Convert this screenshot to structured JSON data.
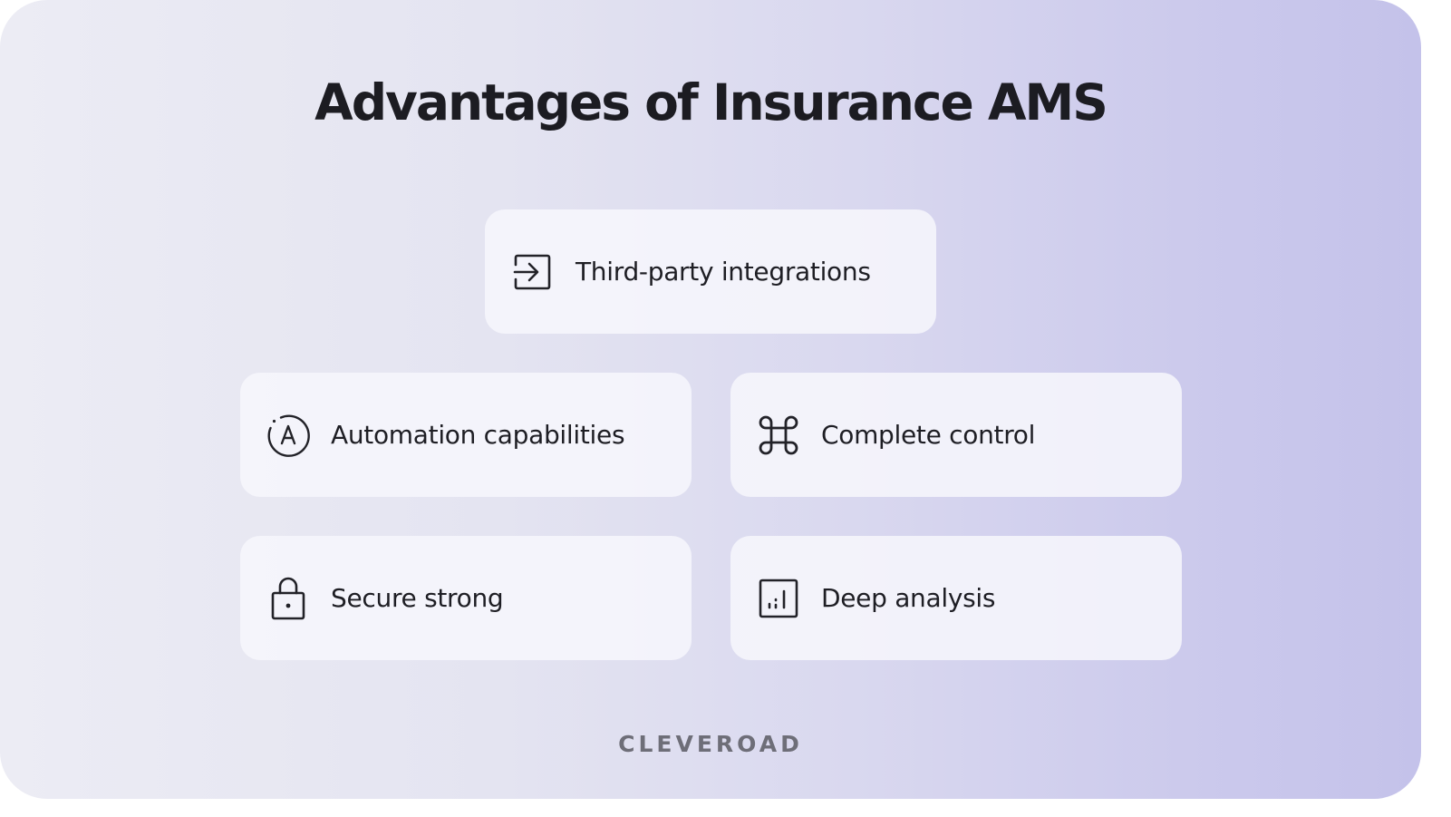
{
  "header": {
    "title": "Advantages of Insurance AMS"
  },
  "advantages": [
    {
      "label": "Third-party integrations",
      "icon": "login-arrow-icon"
    },
    {
      "label": "Automation capabilities",
      "icon": "auto-mode-icon"
    },
    {
      "label": "Complete control",
      "icon": "command-key-icon"
    },
    {
      "label": "Secure strong",
      "icon": "lock-icon"
    },
    {
      "label": "Deep analysis",
      "icon": "bar-chart-box-icon"
    }
  ],
  "footer": {
    "brand": "CLEVEROAD"
  },
  "colors": {
    "background_start": "#ececf4",
    "background_end": "#c4c2ea",
    "card": "#f5f5fb",
    "text": "#1e1e24",
    "brand_text": "#6e6e78"
  }
}
